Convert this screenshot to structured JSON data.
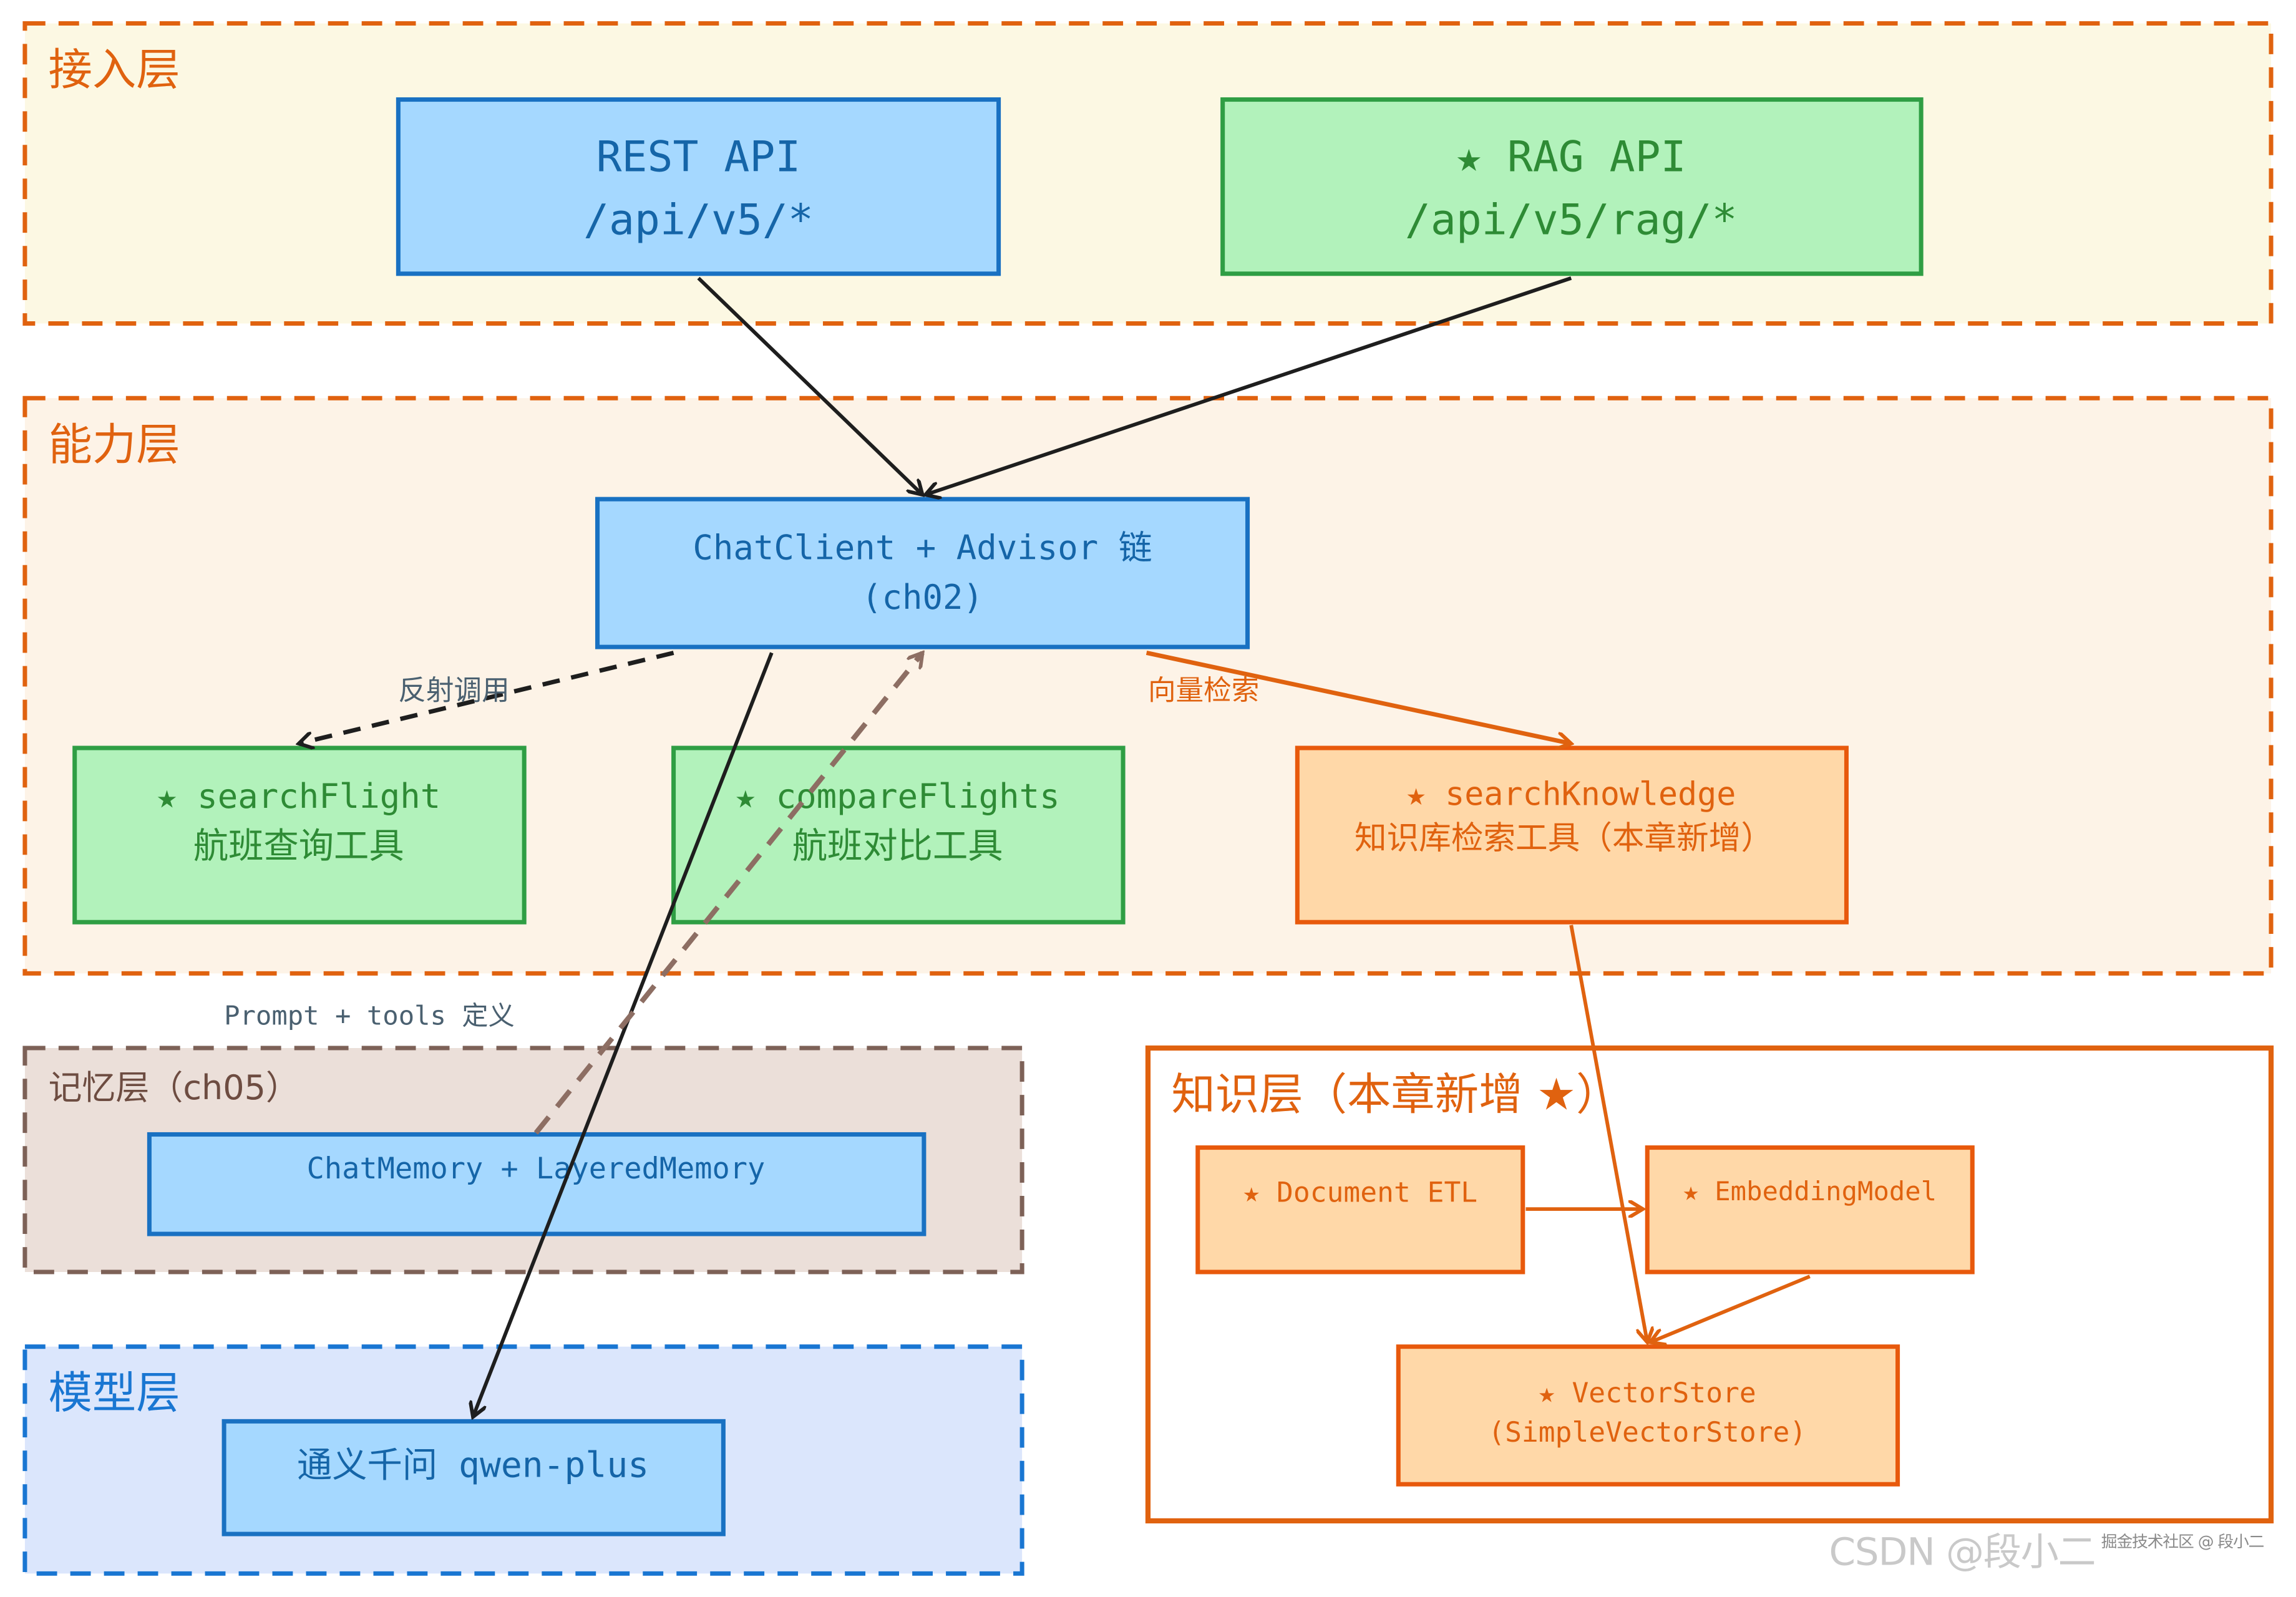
{
  "layers": {
    "access": "接入层",
    "capability": "能力层",
    "memory": "记忆层（ch05）",
    "model": "模型层",
    "knowledge": "知识层（本章新增 ★）"
  },
  "nodes": {
    "rest_api": {
      "line1": "REST API",
      "line2": "/api/v5/*"
    },
    "rag_api": {
      "line1": "★ RAG API",
      "line2": "/api/v5/rag/*"
    },
    "chat_client": {
      "line1": "ChatClient + Advisor 链",
      "line2": "(ch02)"
    },
    "search_flight": {
      "line1": "★ searchFlight",
      "line2": "航班查询工具"
    },
    "compare_flights": {
      "line1": "★ compareFlights",
      "line2": "航班对比工具"
    },
    "search_knowledge": {
      "line1": "★ searchKnowledge",
      "line2": "知识库检索工具（本章新增）"
    },
    "chat_memory": {
      "line1": "ChatMemory + LayeredMemory"
    },
    "model": {
      "line1": "通义千问 qwen-plus"
    },
    "document_etl": {
      "line1": "★ Document ETL"
    },
    "embedding_model": {
      "line1": "★ EmbeddingModel"
    },
    "vector_store": {
      "line1": "★ VectorStore",
      "line2": "(SimpleVectorStore)"
    }
  },
  "edge_labels": {
    "reflect": "反射调用",
    "vector_search": "向量检索",
    "prompt_tools": "Prompt + tools 定义"
  },
  "watermark": {
    "main": "CSDN @段小二",
    "small": "掘金技术社区 @ 段小二"
  },
  "colors": {
    "access_bg": "#fcf8e3",
    "capability_bg": "#fdf3e7",
    "memory_bg": "#ebdfd9",
    "model_bg": "#dbe6fc",
    "frame_orange": "#e0620f",
    "frame_brown": "#7d6157",
    "frame_blue": "#1976d2",
    "blue_node": "#a5d8ff",
    "green_node": "#b2f2bb",
    "orange_node": "#ffd8a8"
  }
}
